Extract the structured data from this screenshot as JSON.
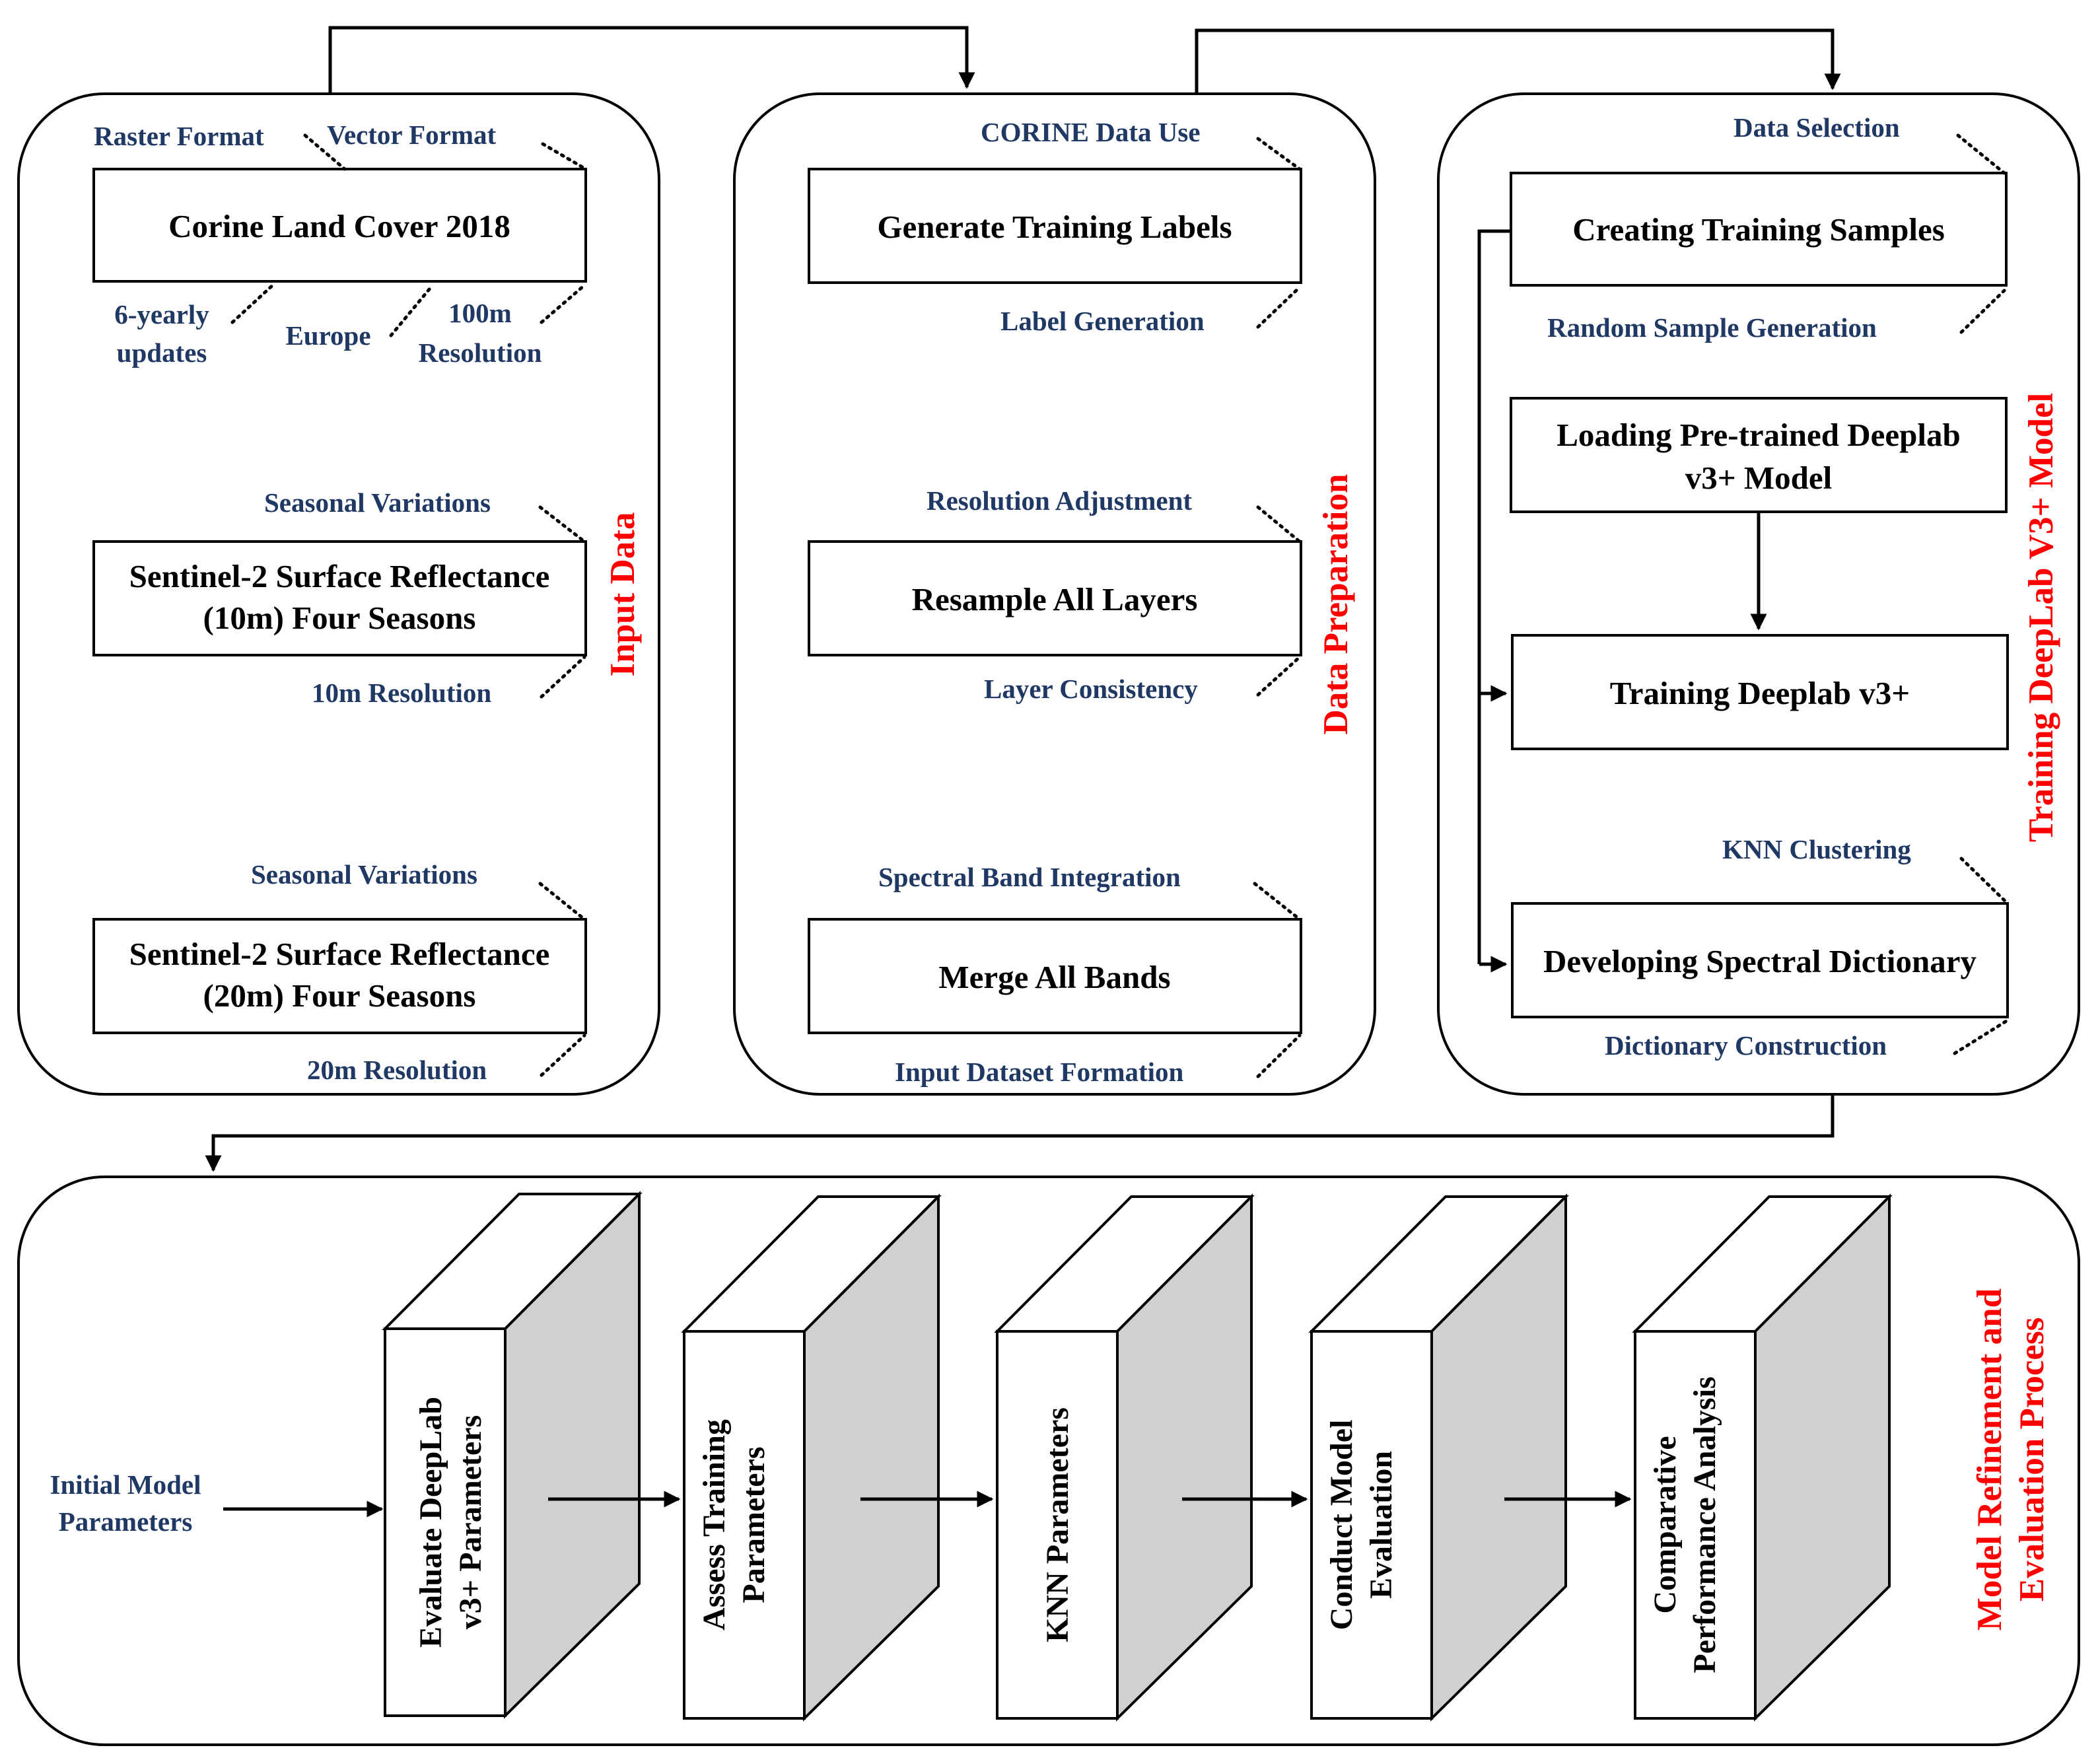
{
  "colors": {
    "annotation": "#1f3864",
    "section_title": "#ff0000",
    "cube_side": "#d0d0d0",
    "stroke": "#000000"
  },
  "input_data": {
    "title": "Input Data",
    "box1": {
      "label": "Corine Land Cover 2018"
    },
    "box1_top_left": "Raster Format",
    "box1_top_right": "Vector Format",
    "box1_bottom_a": [
      "6-yearly",
      "updates"
    ],
    "box1_bottom_b": "Europe",
    "box1_bottom_c": [
      "100m",
      "Resolution"
    ],
    "box2": {
      "lines": [
        "Sentinel-2 Surface Reflectance",
        "(10m) Four Seasons"
      ]
    },
    "box2_top": "Seasonal Variations",
    "box2_bottom": "10m Resolution",
    "box3": {
      "lines": [
        "Sentinel-2 Surface Reflectance",
        "(20m) Four Seasons"
      ]
    },
    "box3_top": "Seasonal Variations",
    "box3_bottom": "20m Resolution"
  },
  "data_preparation": {
    "title": "Data Preparation",
    "box1": {
      "label": "Generate Training Labels"
    },
    "box1_top": "CORINE Data Use",
    "box1_bottom": "Label Generation",
    "box2": {
      "label": "Resample All Layers"
    },
    "box2_top": "Resolution Adjustment",
    "box2_bottom": "Layer Consistency",
    "box3": {
      "label": "Merge All Bands"
    },
    "box3_top": "Spectral Band Integration",
    "box3_bottom": "Input Dataset Formation"
  },
  "training": {
    "title": "Training DeepLab V3+ Model",
    "box1": {
      "label": "Creating Training Samples"
    },
    "box1_top": "Data Selection",
    "box1_bottom": "Random Sample Generation",
    "box2": {
      "lines": [
        "Loading Pre-trained Deeplab",
        "v3+  Model"
      ]
    },
    "box3": {
      "label": "Training Deeplab v3+"
    },
    "box4": {
      "label": "Developing Spectral Dictionary"
    },
    "box4_top": "KNN Clustering",
    "box4_bottom": "Dictionary Construction"
  },
  "refinement": {
    "title_lines": [
      "Model Refinement and",
      "Evaluation Process"
    ],
    "input_label": [
      "Initial Model",
      "Parameters"
    ],
    "cubes": [
      {
        "lines": [
          "Evaluate DeepLab",
          "v3+ Parameters"
        ]
      },
      {
        "lines": [
          "Assess Training",
          "Parameters"
        ]
      },
      {
        "lines": [
          "KNN Parameters"
        ]
      },
      {
        "lines": [
          "Conduct Model",
          "Evaluation"
        ]
      },
      {
        "lines": [
          "Comparative",
          "Performance Analysis"
        ]
      }
    ]
  }
}
